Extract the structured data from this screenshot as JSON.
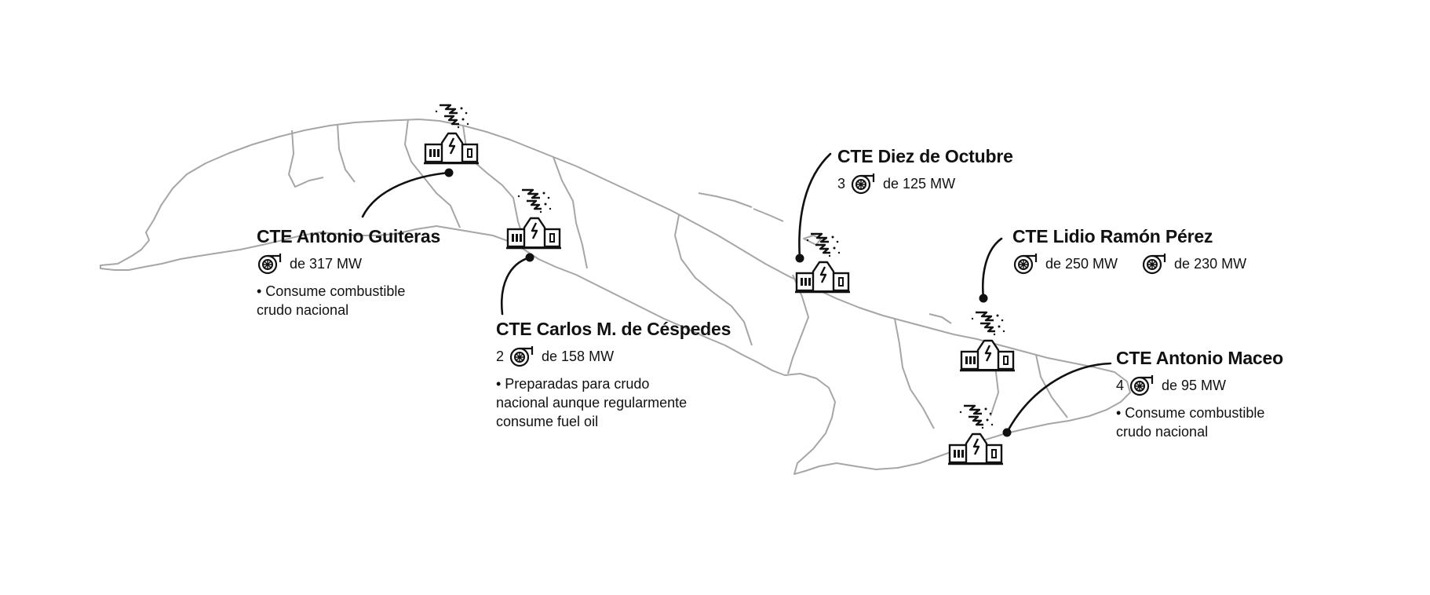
{
  "map": {
    "region": "Cuba",
    "colors": {
      "land_stroke": "#a6a6a6",
      "ink": "#111111"
    },
    "icons": {
      "plant": "power-plant-icon",
      "turbine": "turbine-icon"
    }
  },
  "plants": [
    {
      "name": "CTE Antonio Guiteras",
      "turbines": [
        {
          "count": "",
          "capacity": "de 317 MW"
        }
      ],
      "note": "• Consume combustible\ncrudo nacional"
    },
    {
      "name": "CTE Carlos M. de Céspedes",
      "turbines": [
        {
          "count": "2",
          "capacity": "de 158 MW"
        }
      ],
      "note": "• Preparadas para crudo\nnacional aunque regularmente\nconsume fuel oil"
    },
    {
      "name": "CTE Diez de Octubre",
      "turbines": [
        {
          "count": "3",
          "capacity": "de 125 MW"
        }
      ],
      "note": ""
    },
    {
      "name": "CTE Lidio Ramón Pérez",
      "turbines": [
        {
          "count": "",
          "capacity": "de 250 MW"
        },
        {
          "count": "",
          "capacity": "de 230 MW"
        }
      ],
      "note": ""
    },
    {
      "name": "CTE Antonio Maceo",
      "turbines": [
        {
          "count": "4",
          "capacity": "de 95 MW"
        }
      ],
      "note": "• Consume combustible\ncrudo nacional"
    }
  ]
}
